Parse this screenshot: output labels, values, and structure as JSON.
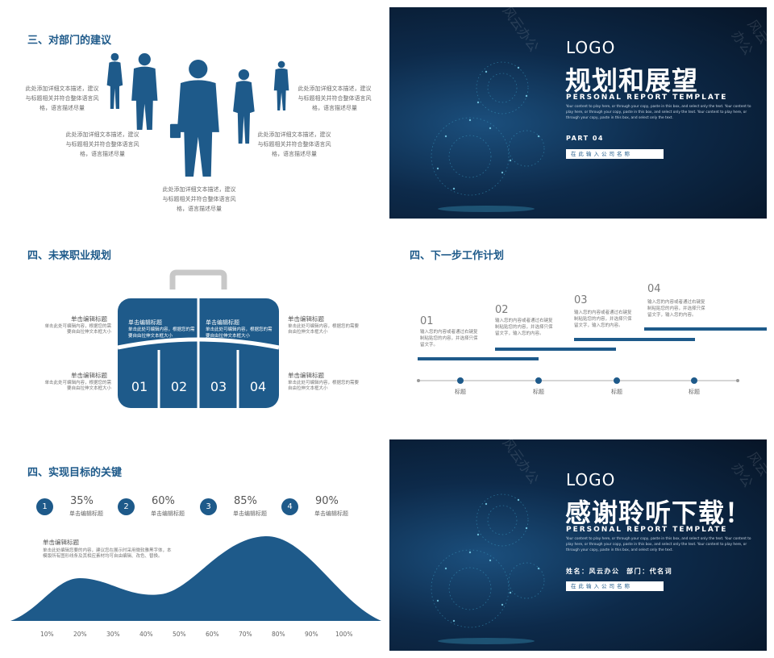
{
  "s1": {
    "title": "三、对部门的建议",
    "desc1": "此处添加详细文本描述，建议与标题相关并符合整体语言风格，语言描述尽量",
    "desc2": "此处添加详细文本描述，建议与标题相关并符合整体语言风格，语言描述尽量",
    "desc3": "此处添加详细文本描述，建议与标题相关并符合整体语言风格，语言描述尽量",
    "desc4": "此处添加详细文本描述，建议与标题相关并符合整体语言风格，语言描述尽量",
    "desc5": "此处添加详细文本描述，建议与标题相关并符合整体语言风格，语言描述尽量"
  },
  "s2": {
    "logo": "LOGO",
    "title": "规划和展望",
    "subtitle": "PERSONAL REPORT TEMPLATE",
    "body": "Your content to play here, or through your copy, paste in this box, and select only the text. Your content to play here, or through your copy, paste in this box, and select only the text. Your content to play here, or through your copy, paste in this box, and select only the text.",
    "part": "PART 04",
    "company": "在此输入公司名称",
    "watermark": "风云办公"
  },
  "s3": {
    "title": "四、未来职业规划",
    "bag_head1": "单击编辑标题",
    "bag_text1": "单击此处可编辑内容，根据您的需要自由拉伸文本框大小",
    "bag_head2": "单击编辑标题",
    "bag_text2": "单击此处可编辑内容，根据您的需要自由拉伸文本框大小",
    "nums": [
      "01",
      "02",
      "03",
      "04"
    ],
    "left_head1": "单击编辑标题",
    "left_text1": "单击此处可编辑内容，根据您的需要自由拉伸文本框大小",
    "left_head2": "单击编辑标题",
    "left_text2": "单击此处可编辑内容，根据您的需要自由拉伸文本框大小",
    "right_head1": "单击编辑标题",
    "right_text1": "单击此处可编辑内容，根据您的需要自由拉伸文本框大小",
    "right_head2": "单击编辑标题",
    "right_text2": "单击此处可编辑内容，根据您的需要自由拉伸文本框大小"
  },
  "s4": {
    "title": "四、下一步工作计划",
    "steps": [
      {
        "n": "01",
        "text": "输入您的内容或者通过右键复制粘贴您的内容，并选择只保留文字。"
      },
      {
        "n": "02",
        "text": "输入您的内容或者通过右键复制粘贴您的内容，并选择只保留文字，输入您的内容。"
      },
      {
        "n": "03",
        "text": "输入您的内容或者通过右键复制粘贴您的内容，并选择只保留文字，输入您的内容。"
      },
      {
        "n": "04",
        "text": "输入您的内容或者通过右键复制粘贴您的内容，并选择只保留文字，输入您的内容。"
      }
    ],
    "labels": [
      "标题",
      "标题",
      "标题",
      "标题"
    ]
  },
  "s5": {
    "title": "四、实现目标的关键",
    "items": [
      {
        "num": "1",
        "pct": "35%",
        "label": "单击编辑标题"
      },
      {
        "num": "2",
        "pct": "60%",
        "label": "单击编辑标题"
      },
      {
        "num": "3",
        "pct": "85%",
        "label": "单击编辑标题"
      },
      {
        "num": "4",
        "pct": "90%",
        "label": "单击编辑标题"
      }
    ],
    "text_head": "单击编辑标题",
    "text_body": "单击此处编辑您要的内容，建议您在展示时采用微软雅黑字体，本模版所有图形线条及其相应素材均可自由编辑、改色、替换。",
    "ticks": [
      "10%",
      "20%",
      "30%",
      "40%",
      "50%",
      "60%",
      "70%",
      "80%",
      "90%",
      "100%"
    ],
    "color": "#1e5a8a"
  },
  "s6": {
    "logo": "LOGO",
    "title": "感谢聆听下载！",
    "subtitle": "PERSONAL REPORT TEMPLATE",
    "body": "Your content to play here, or through your copy, paste in this box, and select only the text. Your content to play here, or through your copy, paste in this box, and select only the text. Your content to play here, or through your copy, paste in this box, and select only the text.",
    "name": "姓名：风云办公  部门：代名词",
    "company": "在此输入公司名称",
    "watermark": "风云办公"
  }
}
